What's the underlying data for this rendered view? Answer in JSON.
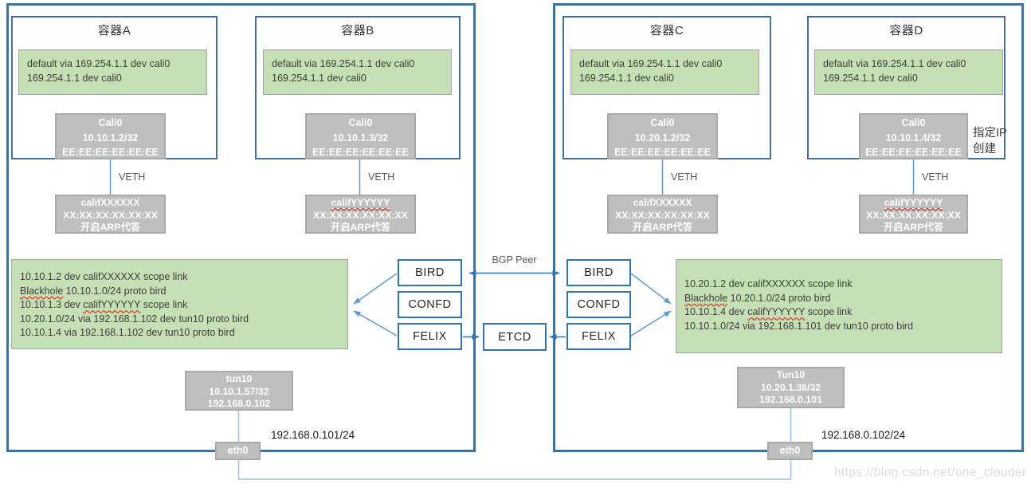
{
  "watermark": "https://blog.csdn.net/one_clouder",
  "shared": {
    "veth_label": "VETH",
    "bgp_peer_label": "BGP Peer",
    "etcd_label": "ETCD"
  },
  "colors": {
    "host_border": "#41719C",
    "daemon_border": "#2E75B6",
    "green_fill": "#C5E0B4",
    "gray_fill": "#BFBFBF",
    "connector_light": "#5B9BD5",
    "connector_pale": "#9DC3E6",
    "squiggle_red": "#E03C31"
  },
  "left_host": {
    "daemons": {
      "bird": "BIRD",
      "confd": "CONFD",
      "felix": "FELIX"
    },
    "route_table": [
      "10.10.1.2 dev califXXXXXX  scope link",
      "Blackhole 10.10.1.0/24  proto bird",
      "10.10.1.3 dev califYYYYYY  scope link",
      "10.20.1.0/24 via 192.168.1.102 dev tun10 proto bird",
      "10.10.1.4 via 192.168.1.102 dev tun10 proto bird"
    ],
    "tun": {
      "name": "tun10",
      "ip": "10.10.1.57/32",
      "underlay_ip": "192.168.0.102"
    },
    "eth": {
      "name": "eth0",
      "ip_label": "192.168.0.101/24"
    },
    "containers": [
      {
        "title": "容器A",
        "route_lines": [
          "default via 169.254.1.1 dev cali0",
          "169.254.1.1 dev cali0"
        ],
        "nic": {
          "name": "Cali0",
          "ip": "10.10.1.2/32",
          "mac": "EE:EE:EE:EE:EE:EE"
        },
        "veth": {
          "name": "califXXXXXX",
          "mac": "XX:XX:XX:XX:XX:XX",
          "note": "开启ARP代答"
        }
      },
      {
        "title": "容器B",
        "route_lines": [
          "default via 169.254.1.1 dev cali0",
          "169.254.1.1 dev cali0"
        ],
        "nic": {
          "name": "Cali0",
          "ip": "10.10.1.3/32",
          "mac": "EE:EE:EE:EE:EE:EE"
        },
        "veth": {
          "name": "califYYYYYY",
          "mac": "XX:XX:XX:XX:XX:XX",
          "note": "开启ARP代答"
        }
      }
    ]
  },
  "right_host": {
    "daemons": {
      "bird": "BIRD",
      "confd": "CONFD",
      "felix": "FELIX"
    },
    "route_table": [
      "10.20.1.2 dev califXXXXXX  scope link",
      "Blackhole 10.20.1.0/24  proto bird",
      "10.10.1.4 dev califYYYYYY  scope link",
      "10.10.1.0/24 via 192.168.1.101 dev tun10 proto bird"
    ],
    "tun": {
      "name": "Tun10",
      "ip": "10.20.1.36/32",
      "underlay_ip": "192.168.0.101"
    },
    "eth": {
      "name": "eth0",
      "ip_label": "192.168.0.102/24"
    },
    "note": {
      "line1": "指定IP",
      "line2": "创建"
    },
    "containers": [
      {
        "title": "容器C",
        "route_lines": [
          "default via 169.254.1.1 dev cali0",
          "169.254.1.1 dev cali0"
        ],
        "nic": {
          "name": "Cali0",
          "ip": "10.20.1.2/32",
          "mac": "EE:EE:EE:EE:EE:EE"
        },
        "veth": {
          "name": "califXXXXXX",
          "mac": "XX:XX:XX:XX:XX:XX",
          "note": "开启ARP代答"
        }
      },
      {
        "title": "容器D",
        "route_lines": [
          "default via 169.254.1.1 dev cali0",
          "169.254.1.1 dev cali0"
        ],
        "nic": {
          "name": "Cali0",
          "ip": "10.10.1.4/32",
          "mac": "EE:EE:EE:EE:EE:EE"
        },
        "veth": {
          "name": "califYYYYYY",
          "mac": "XX:XX:XX:XX:XX:XX",
          "note": "开启ARP代答"
        }
      }
    ]
  }
}
